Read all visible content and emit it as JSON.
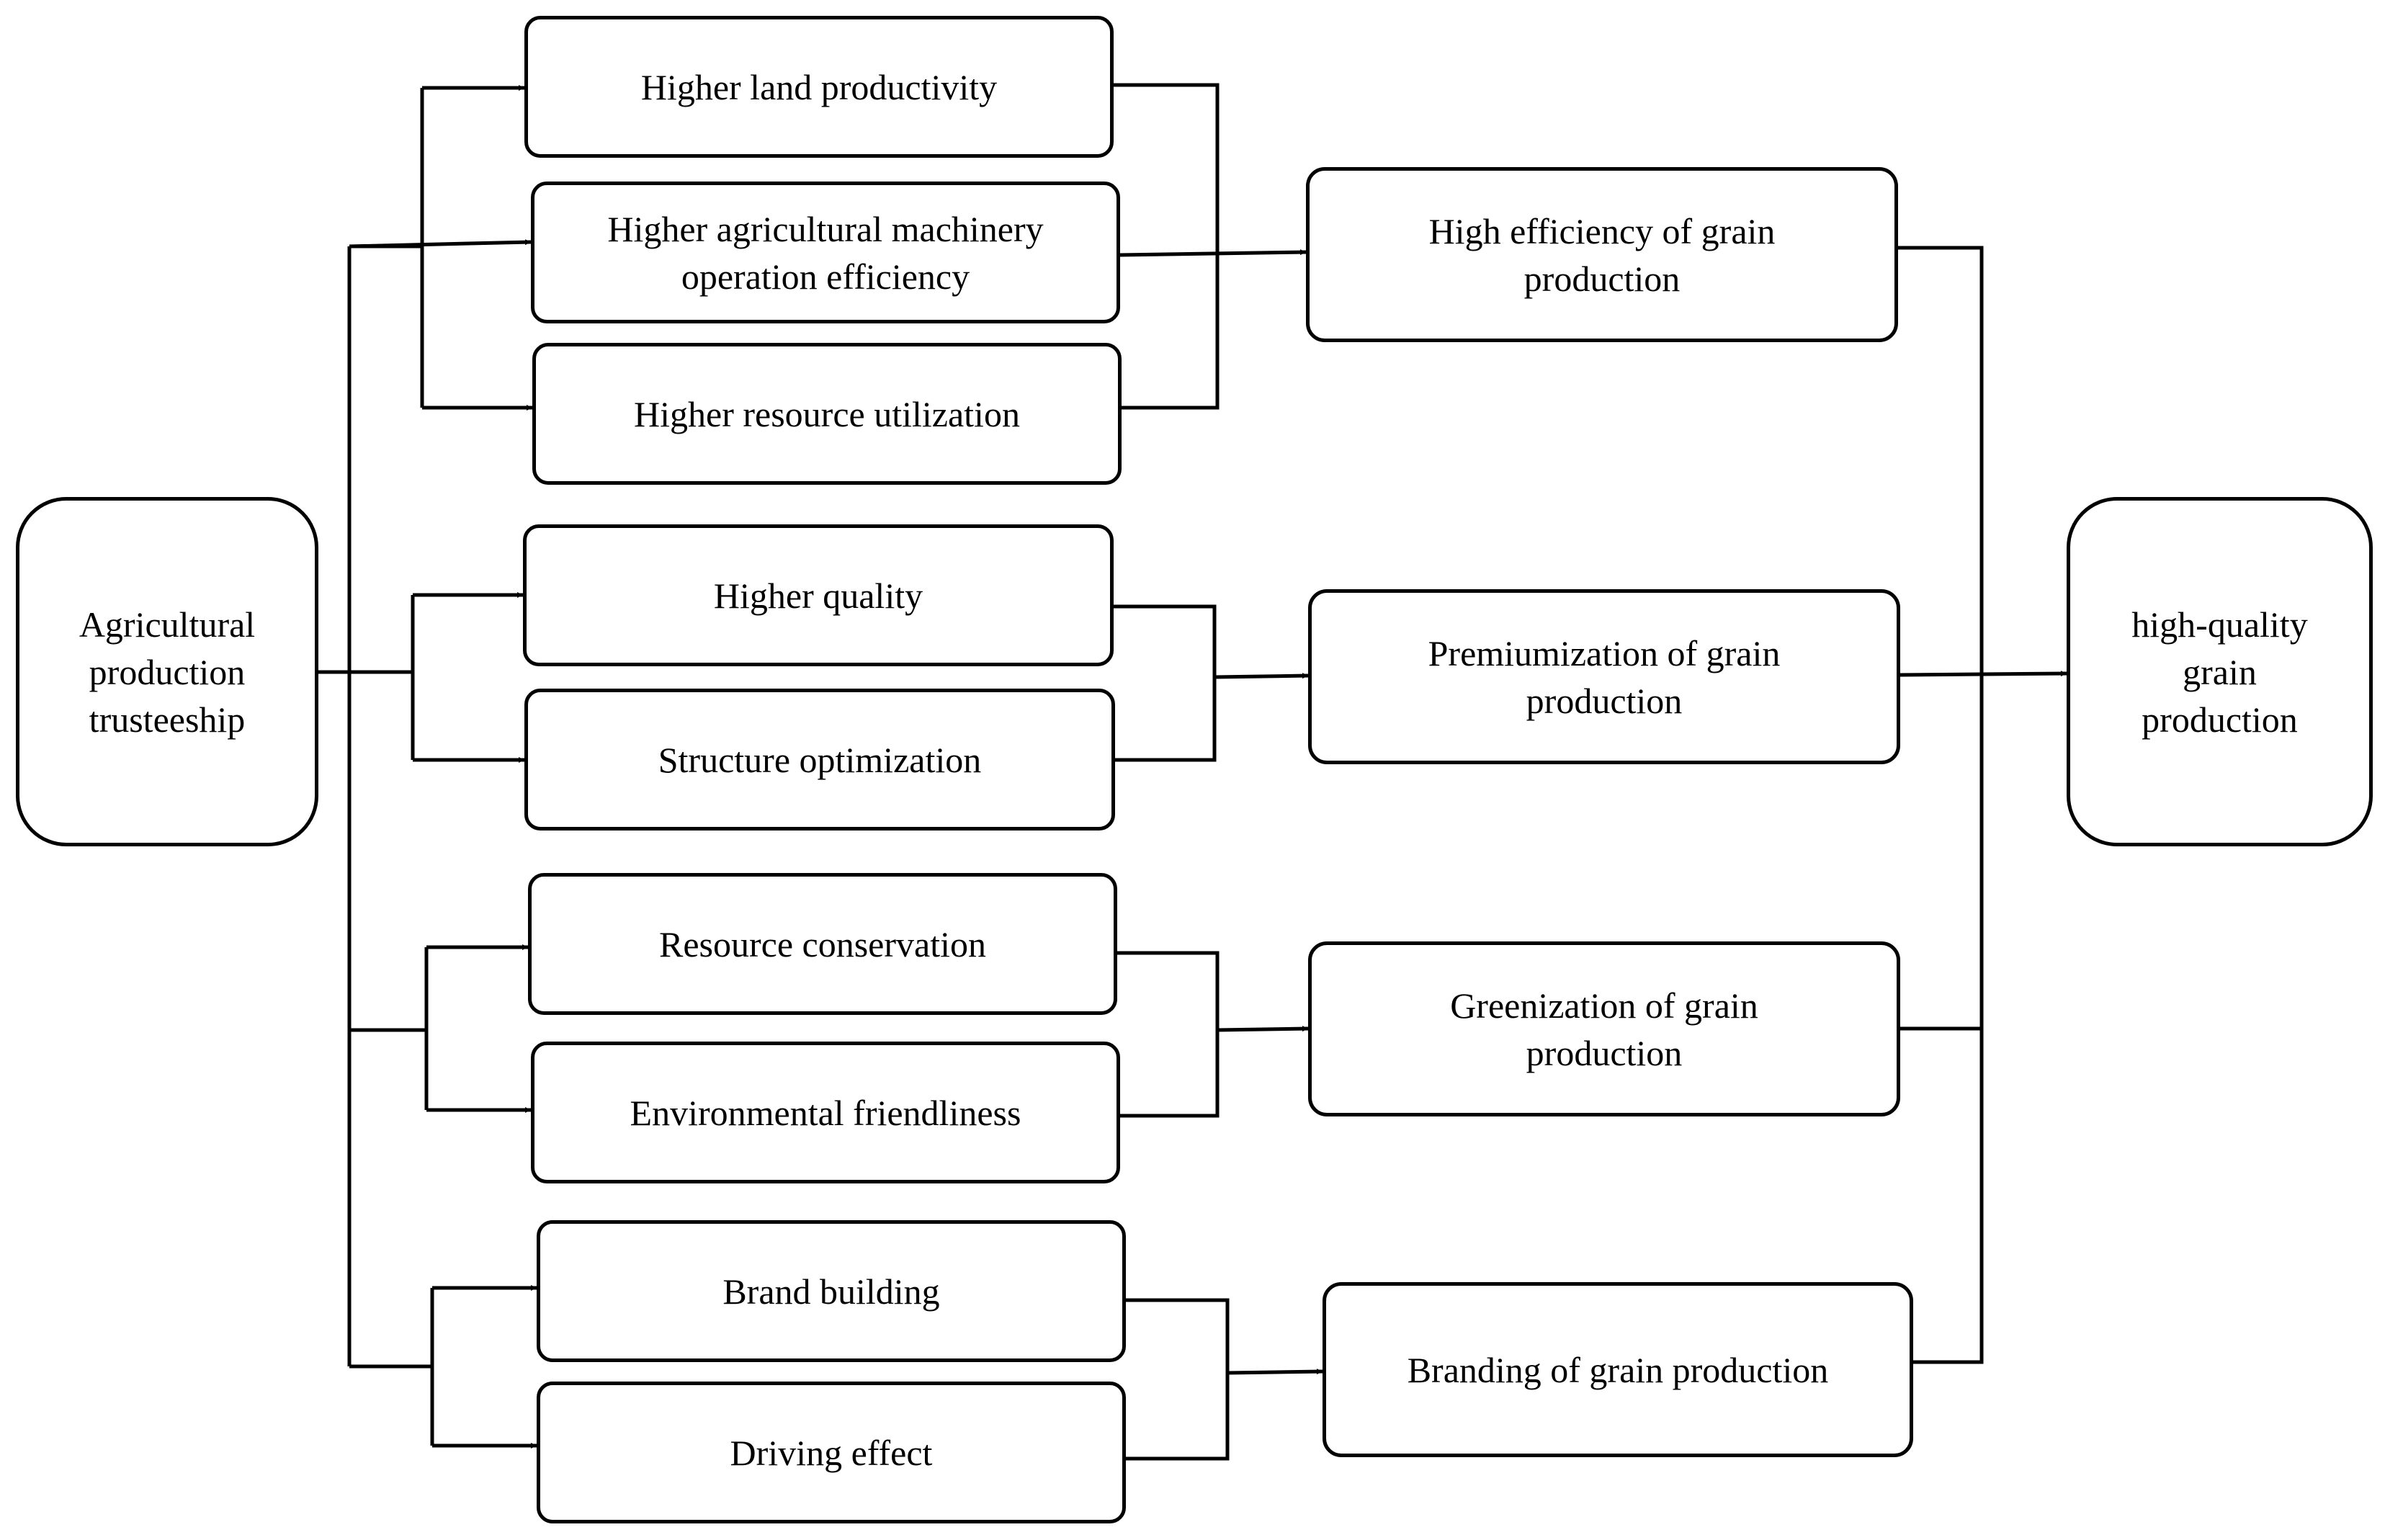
{
  "source": {
    "label": "Agricultural\nproduction\ntrusteeship"
  },
  "target": {
    "label": "high-quality\ngrain\nproduction"
  },
  "groups": [
    {
      "outcome": "High efficiency of grain\nproduction",
      "factors": [
        "Higher land productivity",
        "Higher agricultural machinery\noperation efficiency",
        "Higher resource utilization"
      ]
    },
    {
      "outcome": "Premiumization of grain\nproduction",
      "factors": [
        "Higher quality",
        "Structure optimization"
      ]
    },
    {
      "outcome": "Greenization of grain\nproduction",
      "factors": [
        "Resource conservation",
        "Environmental friendliness"
      ]
    },
    {
      "outcome": "Branding of grain production",
      "factors": [
        "Brand building",
        "Driving effect"
      ]
    }
  ],
  "colors": {
    "stroke": "#000000",
    "fill": "#ffffff"
  }
}
